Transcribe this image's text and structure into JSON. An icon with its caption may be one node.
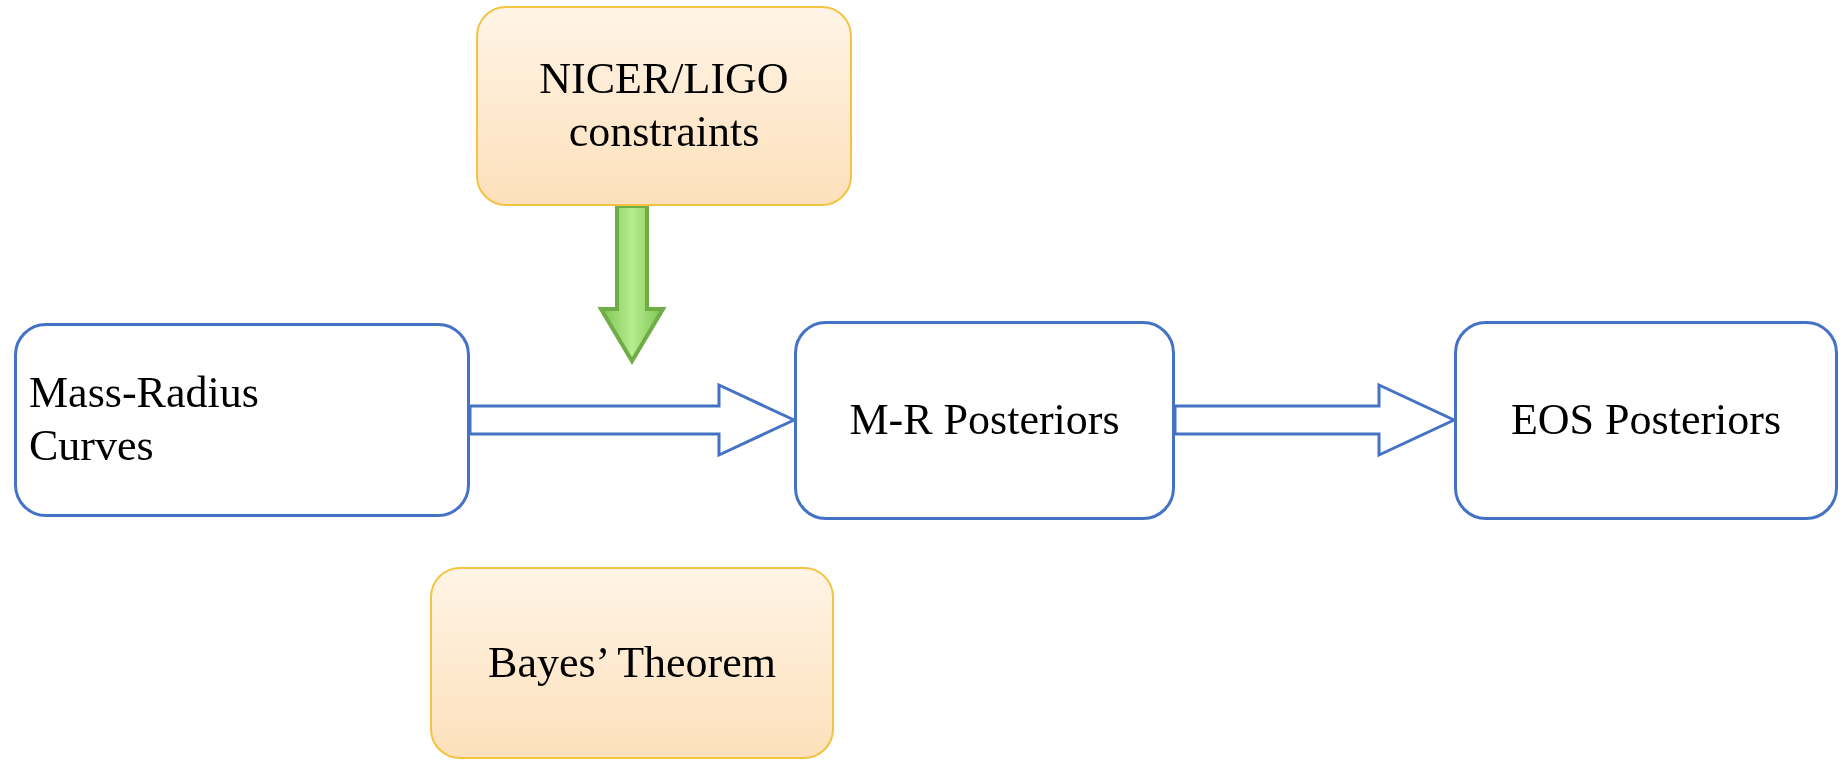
{
  "diagram": {
    "nodes": [
      {
        "text": [
          "NICER/LIGO constraints"
        ]
      },
      {
        "text": [
          "Mass-Radius Curves"
        ]
      },
      {
        "text": [
          "M-R Posteriors"
        ]
      },
      {
        "text": [
          "EOS Posteriors"
        ]
      },
      {
        "text": [
          "Bayes’ Theorem"
        ]
      }
    ],
    "edges": [
      {
        "from": 1,
        "to": 2,
        "arrow": "to"
      },
      {
        "from": 2,
        "to": 3,
        "arrow": "to"
      },
      {
        "from": 0,
        "to": null,
        "arrow": "to",
        "style": "thick",
        "color": "#70ad47"
      }
    ]
  }
}
